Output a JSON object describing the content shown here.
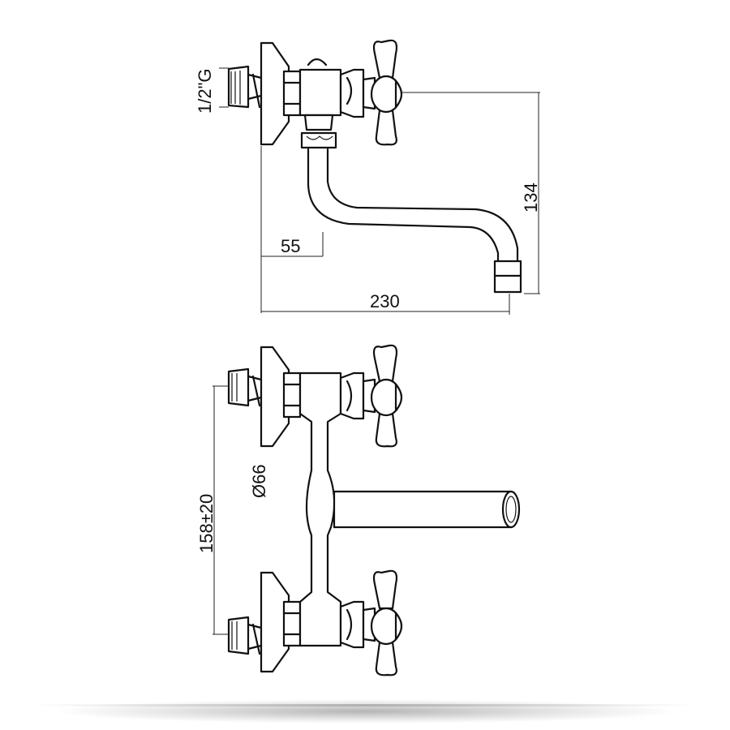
{
  "dimensions": {
    "thread": "1/2\"G",
    "height": "134",
    "offset": "55",
    "length": "230",
    "diameter": "Ø66",
    "centers": "158±20"
  }
}
